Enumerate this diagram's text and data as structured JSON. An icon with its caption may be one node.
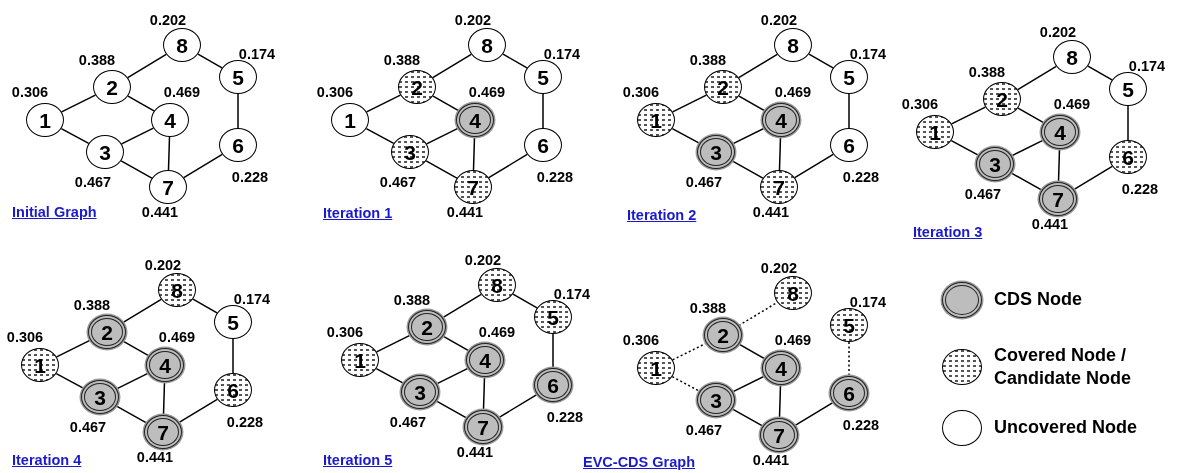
{
  "diagram": {
    "nodes": [
      {
        "text": [
          "1"
        ],
        "beside": [
          "0.306"
        ]
      },
      {
        "text": [
          "2"
        ],
        "beside": [
          "0.388"
        ]
      },
      {
        "text": [
          "3"
        ],
        "beside": [
          "0.467"
        ]
      },
      {
        "text": [
          "4"
        ],
        "beside": [
          "0.469"
        ]
      },
      {
        "text": [
          "5"
        ],
        "beside": [
          "0.174"
        ]
      },
      {
        "text": [
          "6"
        ],
        "beside": [
          "0.228"
        ]
      },
      {
        "text": [
          "7"
        ],
        "beside": [
          "0.441"
        ]
      },
      {
        "text": [
          "8"
        ],
        "beside": [
          "0.202"
        ]
      },
      {
        "text": [
          "1"
        ],
        "beside": [
          "0.306"
        ]
      },
      {
        "text": [
          "2"
        ],
        "beside": [
          "0.388"
        ]
      },
      {
        "text": [
          "3"
        ],
        "beside": [
          "0.467"
        ]
      },
      {
        "text": [
          "4"
        ],
        "beside": [
          "0.469"
        ]
      },
      {
        "text": [
          "5"
        ],
        "beside": [
          "0.174"
        ]
      },
      {
        "text": [
          "6"
        ],
        "beside": [
          "0.228"
        ]
      },
      {
        "text": [
          "7"
        ],
        "beside": [
          "0.441"
        ]
      },
      {
        "text": [
          "8"
        ],
        "beside": [
          "0.202"
        ]
      },
      {
        "text": [
          "1"
        ],
        "beside": [
          "0.306"
        ]
      },
      {
        "text": [
          "2"
        ],
        "beside": [
          "0.388"
        ]
      },
      {
        "text": [
          "3"
        ],
        "beside": [
          "0.467"
        ]
      },
      {
        "text": [
          "4"
        ],
        "beside": [
          "0.469"
        ]
      },
      {
        "text": [
          "5"
        ],
        "beside": [
          "0.174"
        ]
      },
      {
        "text": [
          "6"
        ],
        "beside": [
          "0.228"
        ]
      },
      {
        "text": [
          "7"
        ],
        "beside": [
          "0.441"
        ]
      },
      {
        "text": [
          "8"
        ],
        "beside": [
          "0.202"
        ]
      },
      {
        "text": [
          "1"
        ],
        "beside": [
          "0.306"
        ]
      },
      {
        "text": [
          "2"
        ],
        "beside": [
          "0.388"
        ]
      },
      {
        "text": [
          "3"
        ],
        "beside": [
          "0.467"
        ]
      },
      {
        "text": [
          "4"
        ],
        "beside": [
          "0.469"
        ]
      },
      {
        "text": [
          "5"
        ],
        "beside": [
          "0.174"
        ]
      },
      {
        "text": [
          "6"
        ],
        "beside": [
          "0.228"
        ]
      },
      {
        "text": [
          "7"
        ],
        "beside": [
          "0.441"
        ]
      },
      {
        "text": [
          "8"
        ],
        "beside": [
          "0.202"
        ]
      },
      {
        "text": [
          "1"
        ],
        "beside": [
          "0.306"
        ]
      },
      {
        "text": [
          "2"
        ],
        "beside": [
          "0.388"
        ]
      },
      {
        "text": [
          "3"
        ],
        "beside": [
          "0.467"
        ]
      },
      {
        "text": [
          "4"
        ],
        "beside": [
          "0.469"
        ]
      },
      {
        "text": [
          "5"
        ],
        "beside": [
          "0.174"
        ]
      },
      {
        "text": [
          "6"
        ],
        "beside": [
          "0.228"
        ]
      },
      {
        "text": [
          "7"
        ],
        "beside": [
          "0.441"
        ]
      },
      {
        "text": [
          "8"
        ],
        "beside": [
          "0.202"
        ]
      },
      {
        "text": [
          "1"
        ],
        "beside": [
          "0.306"
        ]
      },
      {
        "text": [
          "2"
        ],
        "beside": [
          "0.388"
        ]
      },
      {
        "text": [
          "3"
        ],
        "beside": [
          "0.467"
        ]
      },
      {
        "text": [
          "4"
        ],
        "beside": [
          "0.469"
        ]
      },
      {
        "text": [
          "5"
        ],
        "beside": [
          "0.174"
        ]
      },
      {
        "text": [
          "6"
        ],
        "beside": [
          "0.228"
        ]
      },
      {
        "text": [
          "7"
        ],
        "beside": [
          "0.441"
        ]
      },
      {
        "text": [
          "8"
        ],
        "beside": [
          "0.202"
        ]
      },
      {
        "text": [
          "1"
        ],
        "beside": [
          "0.306"
        ]
      },
      {
        "text": [
          "2"
        ],
        "beside": [
          "0.388"
        ]
      },
      {
        "text": [
          "3"
        ],
        "beside": [
          "0.467"
        ]
      },
      {
        "text": [
          "4"
        ],
        "beside": [
          "0.469"
        ]
      },
      {
        "text": [
          "5"
        ],
        "beside": [
          "0.174"
        ]
      },
      {
        "text": [
          "6"
        ],
        "beside": [
          "0.228"
        ]
      },
      {
        "text": [
          "7"
        ],
        "beside": [
          "0.441"
        ]
      },
      {
        "text": [
          "8"
        ],
        "beside": [
          "0.202"
        ]
      }
    ],
    "edges": [
      {
        "from": 0,
        "to": 1,
        "arrow": "none"
      },
      {
        "from": 0,
        "to": 2,
        "arrow": "none"
      },
      {
        "from": 1,
        "to": 7,
        "arrow": "none"
      },
      {
        "from": 1,
        "to": 3,
        "arrow": "none"
      },
      {
        "from": 2,
        "to": 3,
        "arrow": "none"
      },
      {
        "from": 2,
        "to": 6,
        "arrow": "none"
      },
      {
        "from": 3,
        "to": 6,
        "arrow": "none"
      },
      {
        "from": 7,
        "to": 4,
        "arrow": "none"
      },
      {
        "from": 4,
        "to": 5,
        "arrow": "none"
      },
      {
        "from": 5,
        "to": 6,
        "arrow": "none"
      },
      {
        "from": 8,
        "to": 9,
        "arrow": "none"
      },
      {
        "from": 8,
        "to": 10,
        "arrow": "none"
      },
      {
        "from": 9,
        "to": 15,
        "arrow": "none"
      },
      {
        "from": 9,
        "to": 11,
        "arrow": "none"
      },
      {
        "from": 10,
        "to": 11,
        "arrow": "none"
      },
      {
        "from": 10,
        "to": 14,
        "arrow": "none"
      },
      {
        "from": 11,
        "to": 14,
        "arrow": "none"
      },
      {
        "from": 15,
        "to": 12,
        "arrow": "none"
      },
      {
        "from": 12,
        "to": 13,
        "arrow": "none"
      },
      {
        "from": 13,
        "to": 14,
        "arrow": "none"
      },
      {
        "from": 16,
        "to": 17,
        "arrow": "none"
      },
      {
        "from": 16,
        "to": 18,
        "arrow": "none"
      },
      {
        "from": 17,
        "to": 23,
        "arrow": "none"
      },
      {
        "from": 17,
        "to": 19,
        "arrow": "none"
      },
      {
        "from": 18,
        "to": 19,
        "arrow": "none"
      },
      {
        "from": 18,
        "to": 22,
        "arrow": "none"
      },
      {
        "from": 19,
        "to": 22,
        "arrow": "none"
      },
      {
        "from": 23,
        "to": 20,
        "arrow": "none"
      },
      {
        "from": 20,
        "to": 21,
        "arrow": "none"
      },
      {
        "from": 21,
        "to": 22,
        "arrow": "none"
      },
      {
        "from": 24,
        "to": 25,
        "arrow": "none"
      },
      {
        "from": 24,
        "to": 26,
        "arrow": "none"
      },
      {
        "from": 25,
        "to": 31,
        "arrow": "none"
      },
      {
        "from": 25,
        "to": 27,
        "arrow": "none"
      },
      {
        "from": 26,
        "to": 27,
        "arrow": "none"
      },
      {
        "from": 26,
        "to": 30,
        "arrow": "none"
      },
      {
        "from": 27,
        "to": 30,
        "arrow": "none"
      },
      {
        "from": 31,
        "to": 28,
        "arrow": "none"
      },
      {
        "from": 28,
        "to": 29,
        "arrow": "none"
      },
      {
        "from": 29,
        "to": 30,
        "arrow": "none"
      },
      {
        "from": 32,
        "to": 33,
        "arrow": "none"
      },
      {
        "from": 32,
        "to": 34,
        "arrow": "none"
      },
      {
        "from": 33,
        "to": 39,
        "arrow": "none"
      },
      {
        "from": 33,
        "to": 35,
        "arrow": "none"
      },
      {
        "from": 34,
        "to": 35,
        "arrow": "none"
      },
      {
        "from": 34,
        "to": 38,
        "arrow": "none"
      },
      {
        "from": 35,
        "to": 38,
        "arrow": "none"
      },
      {
        "from": 39,
        "to": 36,
        "arrow": "none"
      },
      {
        "from": 36,
        "to": 37,
        "arrow": "none"
      },
      {
        "from": 37,
        "to": 38,
        "arrow": "none"
      },
      {
        "from": 40,
        "to": 41,
        "arrow": "none"
      },
      {
        "from": 40,
        "to": 42,
        "arrow": "none"
      },
      {
        "from": 41,
        "to": 47,
        "arrow": "none"
      },
      {
        "from": 41,
        "to": 43,
        "arrow": "none"
      },
      {
        "from": 42,
        "to": 43,
        "arrow": "none"
      },
      {
        "from": 42,
        "to": 46,
        "arrow": "none"
      },
      {
        "from": 43,
        "to": 46,
        "arrow": "none"
      },
      {
        "from": 47,
        "to": 44,
        "arrow": "none"
      },
      {
        "from": 44,
        "to": 45,
        "arrow": "none"
      },
      {
        "from": 45,
        "to": 46,
        "arrow": "none"
      },
      {
        "from": 48,
        "to": 49,
        "arrow": "none",
        "style": "dashed"
      },
      {
        "from": 48,
        "to": 50,
        "arrow": "none",
        "style": "dashed"
      },
      {
        "from": 49,
        "to": 55,
        "arrow": "none",
        "style": "dashed"
      },
      {
        "from": 49,
        "to": 51,
        "arrow": "none"
      },
      {
        "from": 50,
        "to": 51,
        "arrow": "none"
      },
      {
        "from": 50,
        "to": 54,
        "arrow": "none"
      },
      {
        "from": 51,
        "to": 54,
        "arrow": "none"
      },
      {
        "from": 52,
        "to": 53,
        "arrow": "none",
        "style": "dashed"
      },
      {
        "from": 53,
        "to": 54,
        "arrow": "none"
      }
    ],
    "labels": [
      "Initial Graph",
      "Iteration 1",
      "Iteration 2",
      "Iteration 3",
      "Iteration 4",
      "Iteration 5",
      "EVC-CDS Graph"
    ],
    "legend": [
      {
        "text": "CDS Node",
        "color": "#bdbdbd"
      },
      {
        "text": "Covered Node / Candidate Node"
      },
      {
        "text": "Uncovered Node",
        "color": "#ffffff"
      }
    ]
  }
}
